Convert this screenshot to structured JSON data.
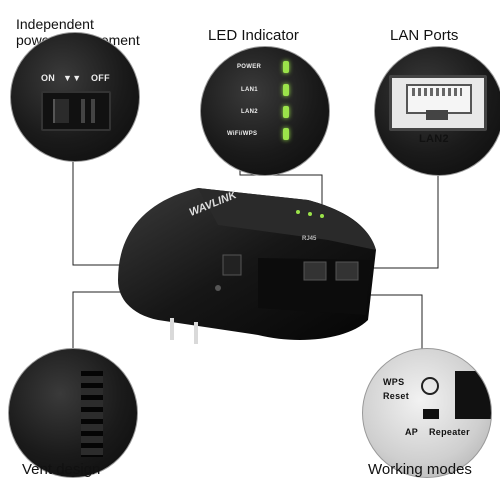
{
  "callouts": {
    "power": {
      "title": "Independent\npower management",
      "switch_on": "ON",
      "switch_off": "OFF"
    },
    "led": {
      "title": "LED Indicator",
      "leds": [
        "POWER",
        "LAN1",
        "LAN2",
        "WiFi/WPS"
      ],
      "led_color": "#9be34a"
    },
    "lan": {
      "title": "LAN Ports",
      "port_label": "LAN2"
    },
    "vent": {
      "title": "Vent design"
    },
    "modes": {
      "title": "Working modes",
      "wps_label": "WPS",
      "reset_label": "Reset",
      "ap_label": "AP",
      "repeater_label": "Repeater"
    }
  },
  "device": {
    "brand": "WAVLINK",
    "plate": "RJ45"
  }
}
